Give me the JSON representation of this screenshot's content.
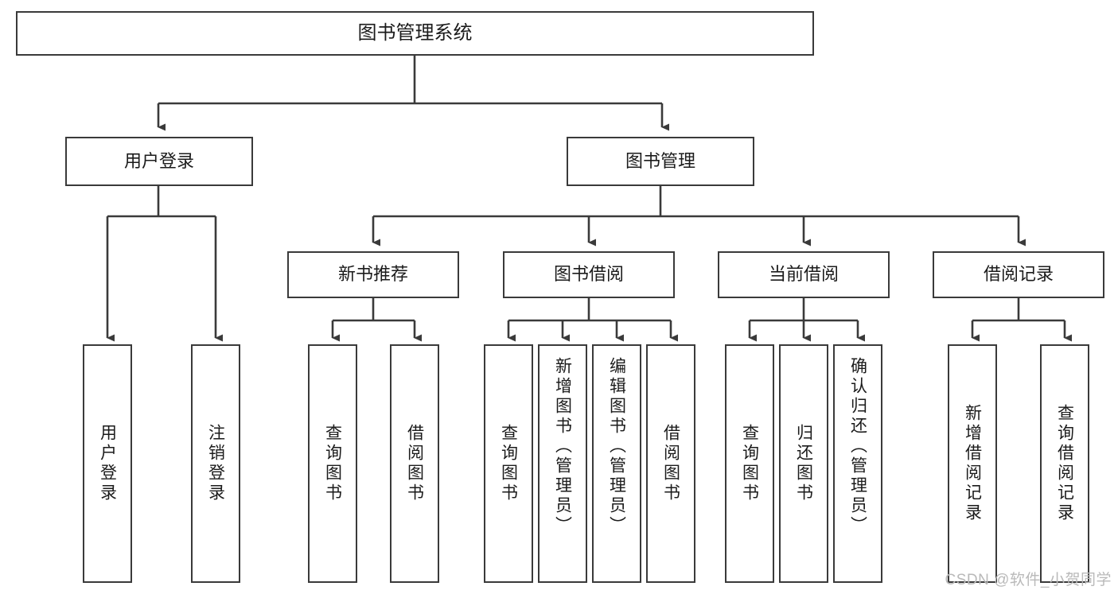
{
  "diagram": {
    "type": "tree",
    "title": "图书管理系统",
    "watermark": "CSDN @软件_小贺同学",
    "colors": {
      "node_border": "#3a3a3a",
      "node_fill": "#ffffff",
      "connector": "#3a3a3a",
      "text": "#1b1b1b",
      "watermark": "#b9b9b9"
    },
    "levels": {
      "root": {
        "label": "图书管理系统"
      },
      "level2": [
        {
          "label": "用户登录"
        },
        {
          "label": "图书管理"
        }
      ],
      "level3": [
        {
          "label": "新书推荐"
        },
        {
          "label": "图书借阅"
        },
        {
          "label": "当前借阅"
        },
        {
          "label": "借阅记录"
        }
      ],
      "leaves": {
        "user_login": [
          {
            "label": "用户登录"
          },
          {
            "label": "注销登录"
          }
        ],
        "new_book": [
          {
            "label": "查询图书"
          },
          {
            "label": "借阅图书"
          }
        ],
        "book_borrow": [
          {
            "label": "查询图书"
          },
          {
            "label": "新增图书（管理员）"
          },
          {
            "label": "编辑图书（管理员）"
          },
          {
            "label": "借阅图书"
          }
        ],
        "current_borrow": [
          {
            "label": "查询图书"
          },
          {
            "label": "归还图书"
          },
          {
            "label": "确认归还（管理员）"
          }
        ],
        "borrow_record": [
          {
            "label": "新增借阅记录"
          },
          {
            "label": "查询借阅记录"
          }
        ]
      }
    }
  }
}
